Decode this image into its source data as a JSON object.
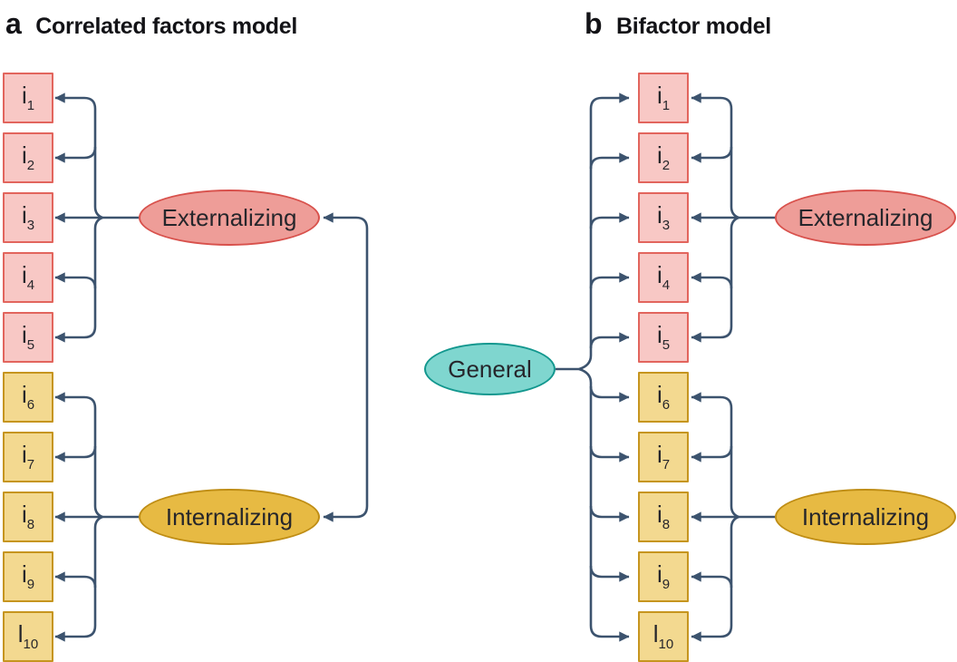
{
  "colors": {
    "line": "#3c536e",
    "text": "#26262b",
    "title": "#131317",
    "pink-fill": "#f8c8c5",
    "pink-border": "#e2655d",
    "ext-fill": "#ee9d98",
    "ext-border": "#d8514c",
    "gold-fill": "#f3d990",
    "gold-border": "#c6951f",
    "int-fill": "#e7ba43",
    "int-border": "#bf8d14",
    "teal-fill": "#7fd6cf",
    "teal-border": "#12978e"
  },
  "panels": {
    "a": {
      "tag": "a",
      "title": "Correlated factors model",
      "externalizing": "Externalizing",
      "internalizing": "Internalizing",
      "items": [
        {
          "letter": "i",
          "sub": "1"
        },
        {
          "letter": "i",
          "sub": "2"
        },
        {
          "letter": "i",
          "sub": "3"
        },
        {
          "letter": "i",
          "sub": "4"
        },
        {
          "letter": "i",
          "sub": "5"
        },
        {
          "letter": "i",
          "sub": "6"
        },
        {
          "letter": "i",
          "sub": "7"
        },
        {
          "letter": "i",
          "sub": "8"
        },
        {
          "letter": "i",
          "sub": "9"
        },
        {
          "letter": "l",
          "sub": "10"
        }
      ]
    },
    "b": {
      "tag": "b",
      "title": "Bifactor model",
      "general": "General",
      "externalizing": "Externalizing",
      "internalizing": "Internalizing",
      "items": [
        {
          "letter": "i",
          "sub": "1"
        },
        {
          "letter": "i",
          "sub": "2"
        },
        {
          "letter": "i",
          "sub": "3"
        },
        {
          "letter": "i",
          "sub": "4"
        },
        {
          "letter": "i",
          "sub": "5"
        },
        {
          "letter": "i",
          "sub": "6"
        },
        {
          "letter": "i",
          "sub": "7"
        },
        {
          "letter": "i",
          "sub": "8"
        },
        {
          "letter": "i",
          "sub": "9"
        },
        {
          "letter": "l",
          "sub": "10"
        }
      ]
    }
  }
}
